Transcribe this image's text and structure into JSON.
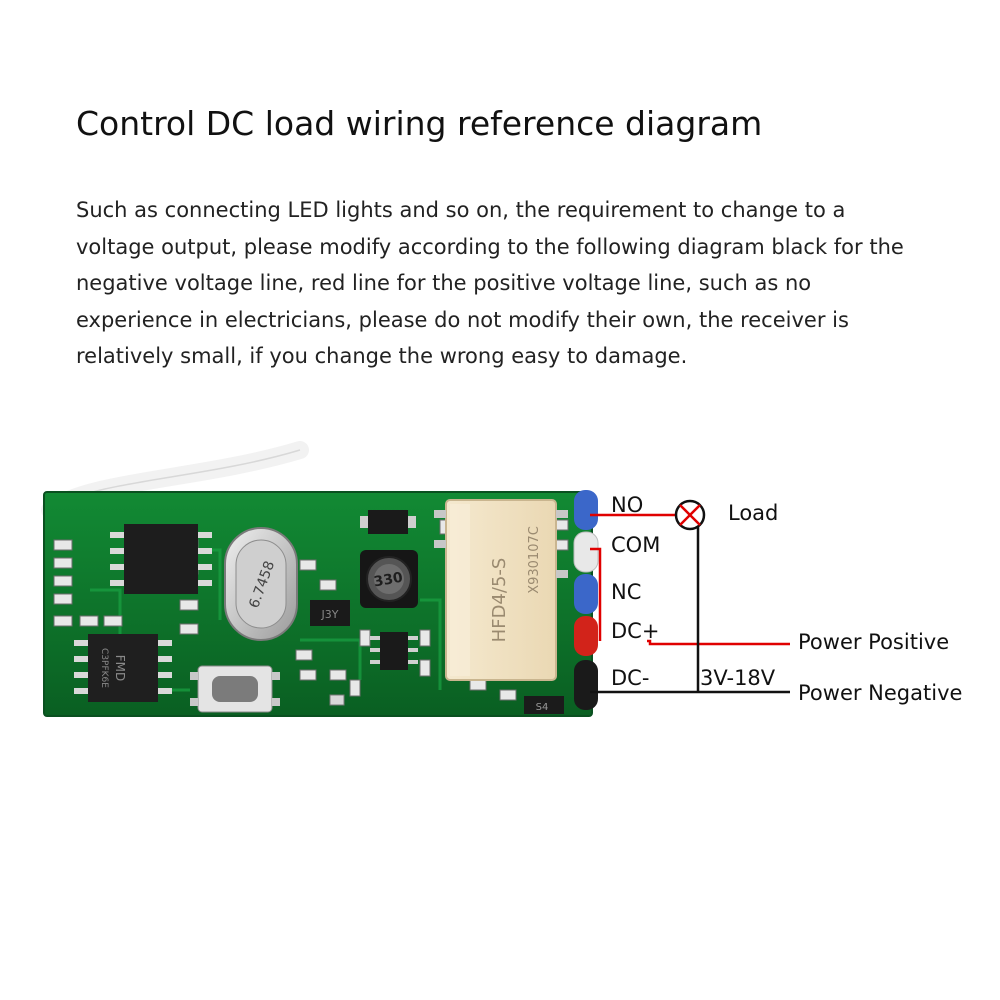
{
  "header": {
    "title": "Control DC load wiring reference diagram"
  },
  "description": "Such as connecting LED lights and so on, the requirement to change to a voltage output, please modify according to the following diagram black for the negative voltage line, red line for the positive voltage line, such as no experience in electricians, please do not modify their own, the receiver is relatively small, if you change the wrong easy to damage.",
  "board": {
    "crystal_marking": "6.7458",
    "inductor_marking": "330",
    "regulator_marking": "J3Y",
    "relay_model": "HFD4/5-S",
    "relay_code": "X930107C",
    "chip_marking": "FMD",
    "chip_code": "C3PFK6E",
    "diode_marking": "S4"
  },
  "terminals": {
    "no": "NO",
    "com": "COM",
    "nc": "NC",
    "dc_pos": "DC+",
    "dc_neg": "DC-"
  },
  "wiring": {
    "load": "Load",
    "power_positive": "Power Positive",
    "power_negative": "Power Negative",
    "voltage_range": "3V-18V"
  },
  "colors": {
    "positive_wire": "#e00000",
    "negative_wire": "#111111",
    "pcb": "#0f7a2c"
  }
}
